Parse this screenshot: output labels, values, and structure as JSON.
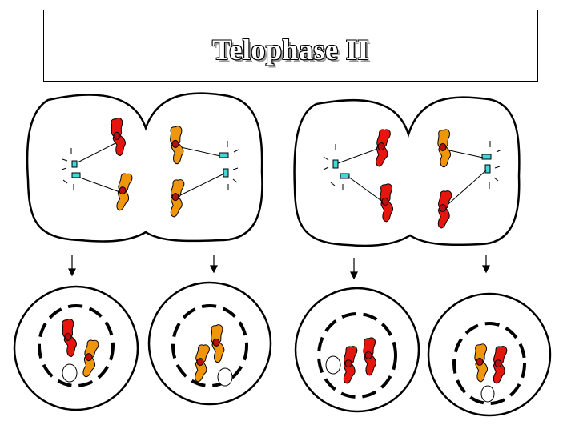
{
  "title": "Telophase II",
  "colors": {
    "maternal_chromosome": "#e4160e",
    "paternal_chromosome": "#f0960c",
    "centriole": "#40d8d8",
    "outline": "#000000"
  },
  "icons": [
    "chromosome",
    "centriole",
    "nucleolus",
    "arrow-down"
  ]
}
